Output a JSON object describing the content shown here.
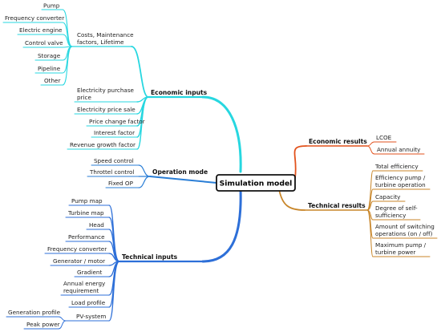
{
  "center": {
    "label": "Simulation model"
  },
  "colors": {
    "economic_inputs": "#27d7e0",
    "operation_mode": "#2a7ed6",
    "technical_inputs": "#2d6fd8",
    "economic_results": "#e2521c",
    "technical_results": "#c8862a",
    "center_border": "#111111"
  },
  "branches": {
    "economic_inputs": {
      "label": "Economic inputs",
      "group": {
        "label_line1": "Costs, Maintenance",
        "label_line2": "factors, Lifetime",
        "items": [
          "Pump",
          "Frequency converter",
          "Electric engine",
          "Control valve",
          "Storage",
          "Pipeline",
          "Other"
        ]
      },
      "items": {
        "electricity_purchase_line1": "Electricity purchase",
        "electricity_purchase_line2": "price",
        "electricity_price_sale": "Electricity price sale",
        "price_change_factor": "Price change factor",
        "interest_factor": "Interest factor",
        "revenue_growth_factor": "Revenue growth factor"
      }
    },
    "operation_mode": {
      "label": "Operation mode",
      "items": [
        "Speed control",
        "Throttel control",
        "Fixed OP"
      ]
    },
    "technical_inputs": {
      "label": "Technical inputs",
      "items": {
        "pump_map": "Pump map",
        "turbine_map": "Turbine map",
        "head": "Head",
        "performance": "Performance",
        "frequency_converter": "Frequency converter",
        "generator_motor": "Generator / motor",
        "gradient": "Gradient",
        "annual_energy_line1": "Annual energy",
        "annual_energy_line2": "requirement",
        "load_profile": "Load profile",
        "pv_system": "PV-system",
        "generation_profile": "Generation profile",
        "peak_power": "Peak power"
      }
    },
    "economic_results": {
      "label": "Economic results",
      "items": [
        "LCOE",
        "Annual annuity"
      ]
    },
    "technical_results": {
      "label": "Technical results",
      "items": {
        "total_efficiency": "Total efficiency",
        "efficiency_pump_line1": "Efficiency pump /",
        "efficiency_pump_line2": "turbine operation",
        "capacity": "Capacity",
        "self_sufficiency_line1": "Degree of self-",
        "self_sufficiency_line2": "sufficiency",
        "switching_line1": "Amount of switching",
        "switching_line2": "operations (on / off)",
        "max_power_line1": "Maximum pump /",
        "max_power_line2": "turbine power"
      }
    }
  }
}
